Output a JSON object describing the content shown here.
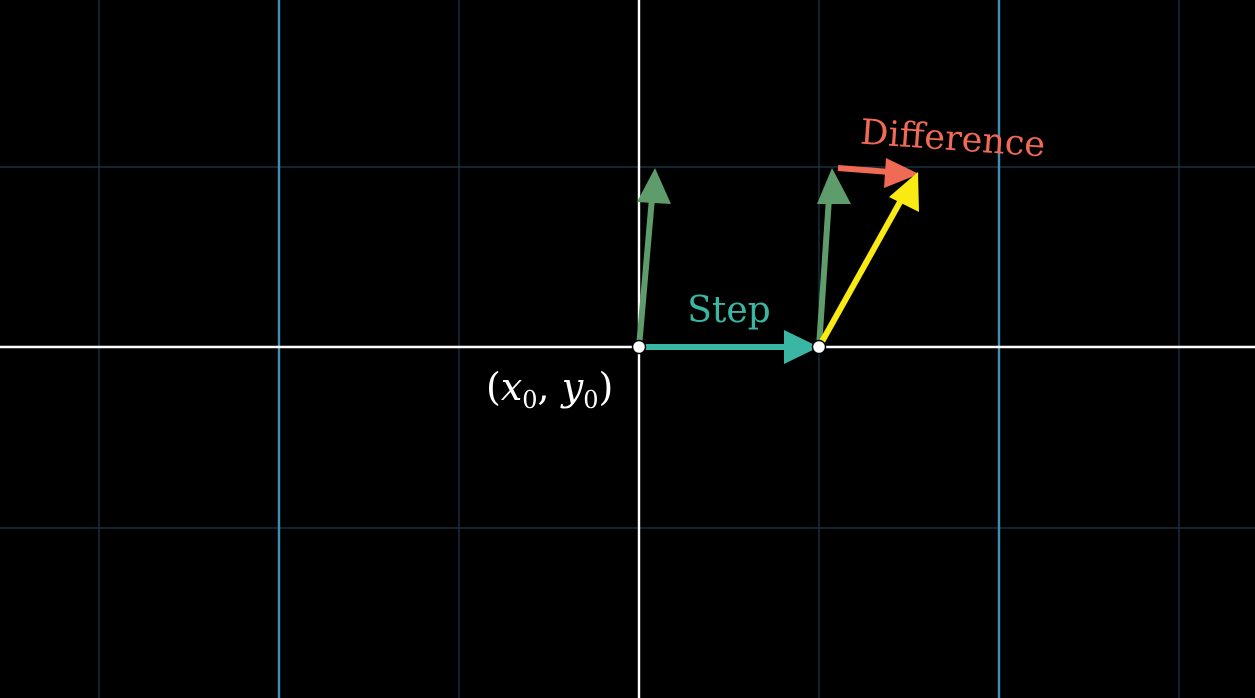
{
  "colors": {
    "background": "#000000",
    "grid_minor": "#1d3a4c",
    "grid_major": "#3f8fb8",
    "axis": "#ffffff",
    "step": "#3ab7a4",
    "green_vector": "#5f9c6c",
    "difference": "#f06a55",
    "yellow_vector": "#f8ea12",
    "point": "#ffffff"
  },
  "labels": {
    "step": "Step",
    "difference": "Difference",
    "origin_point": {
      "open": "(",
      "x": "x",
      "x_sub": "0",
      "comma": ", ",
      "y": "y",
      "y_sub": "0",
      "close": ")"
    }
  }
}
